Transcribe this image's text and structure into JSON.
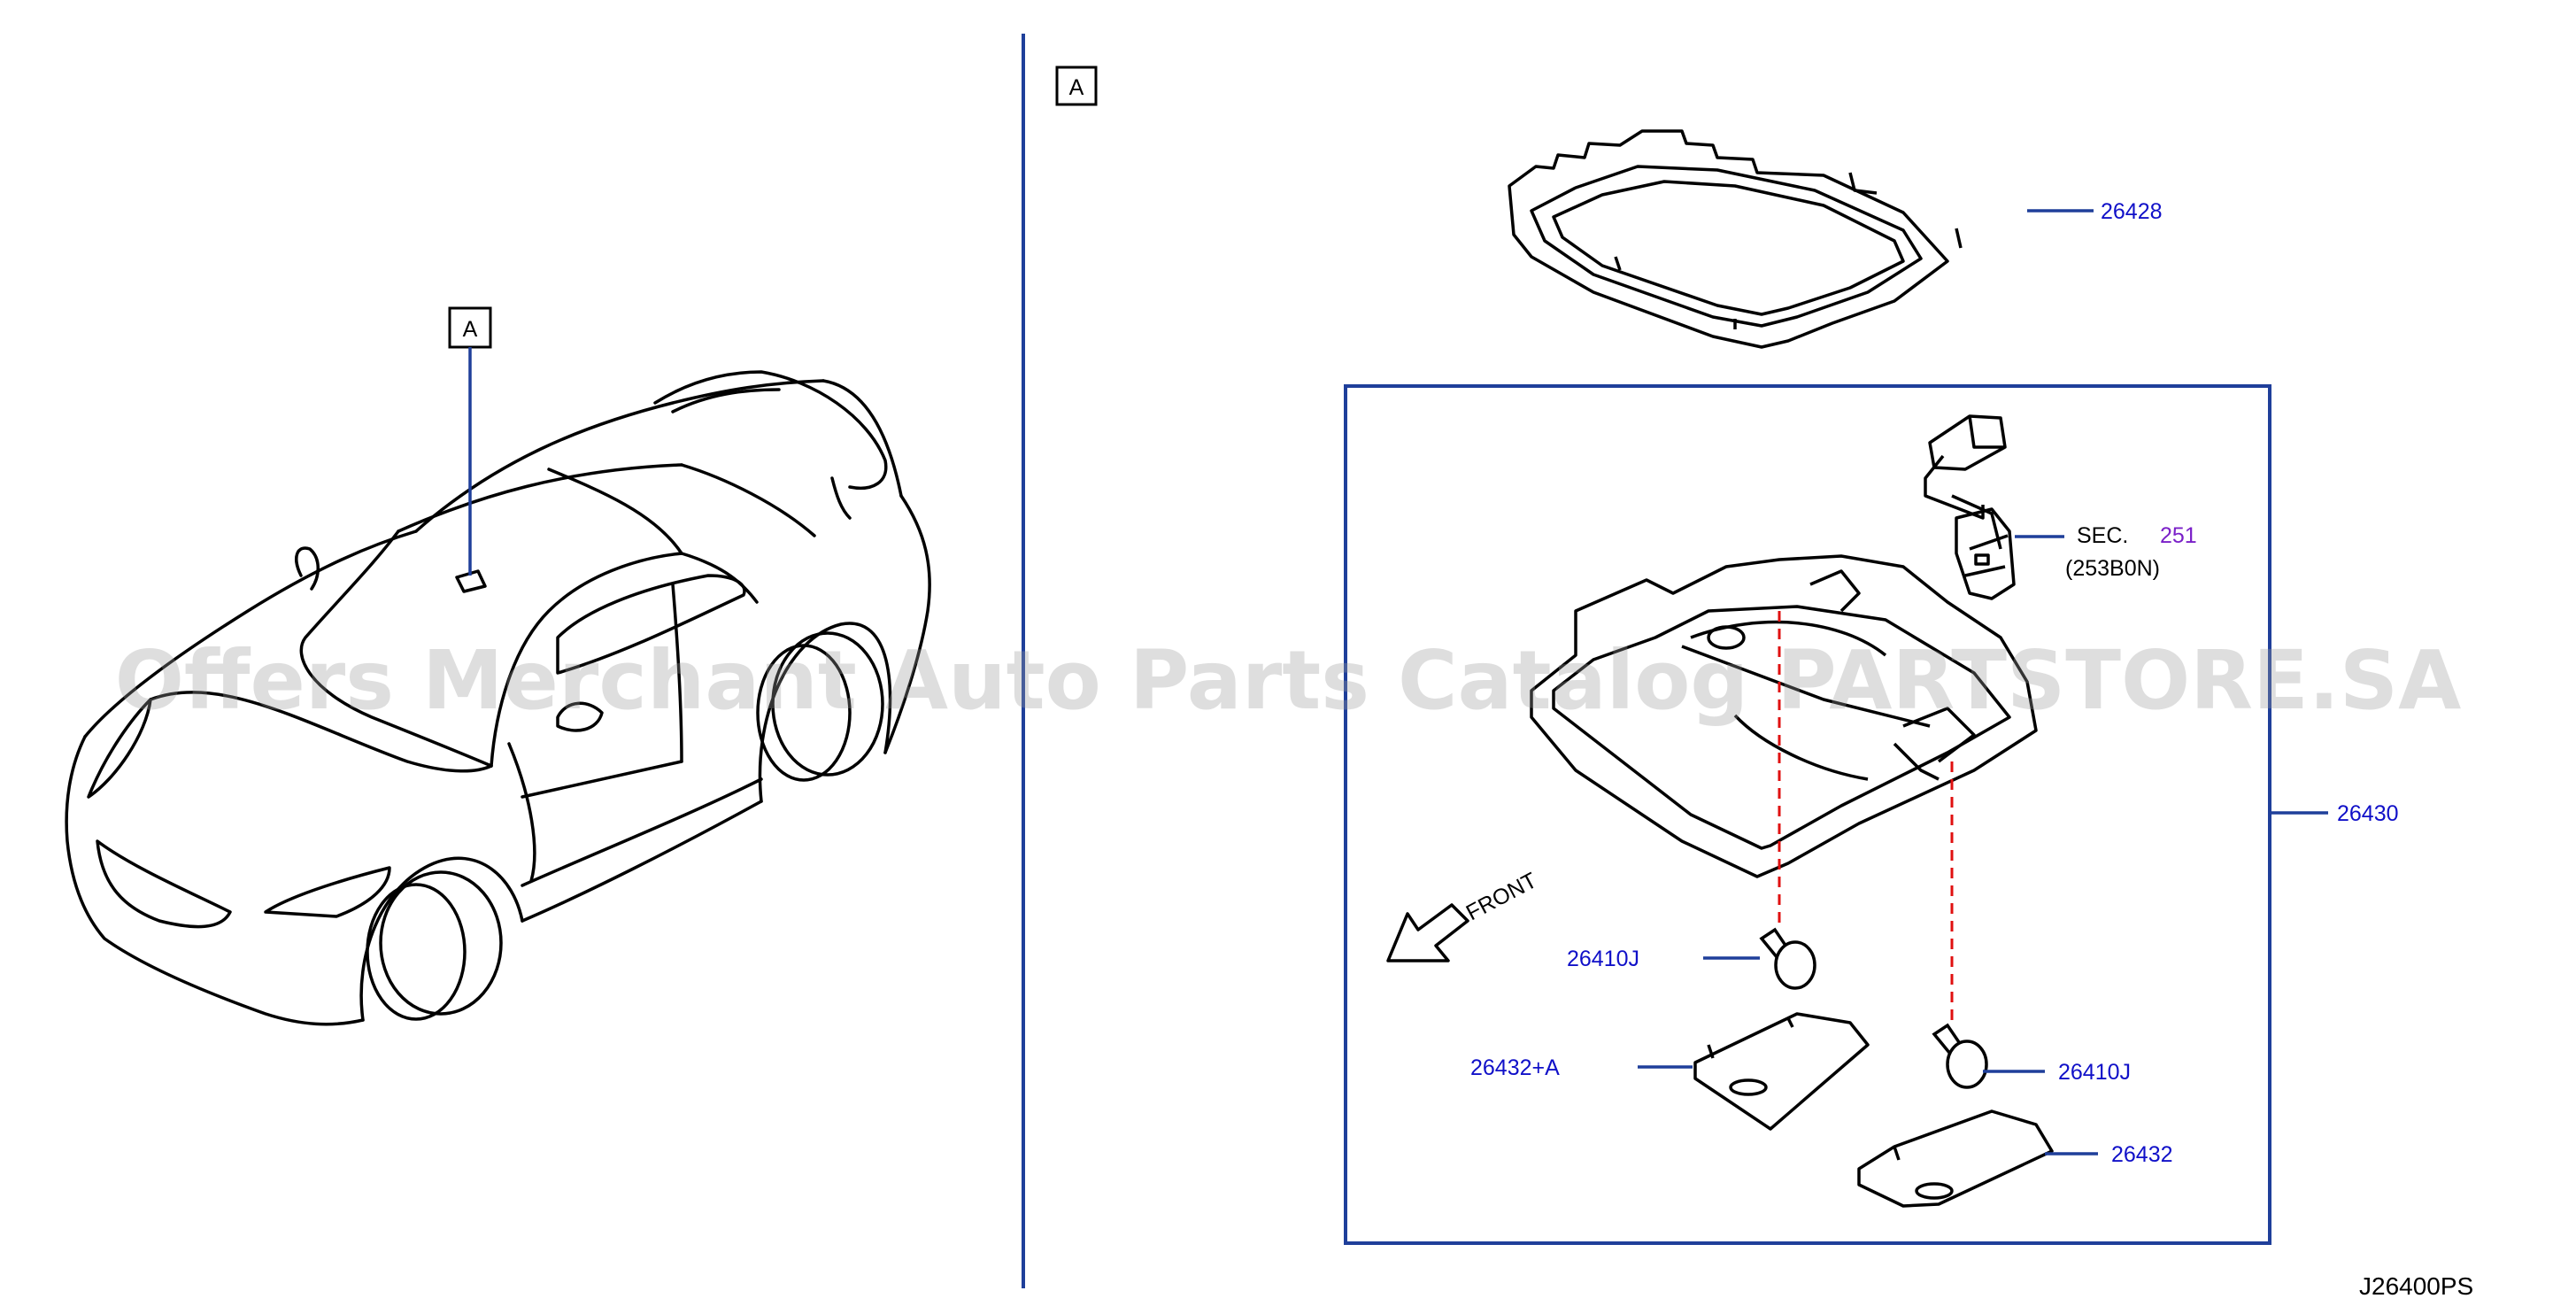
{
  "colors": {
    "line": "#000000",
    "leader": "#1f3f9a",
    "label": "#1010c8",
    "section_link": "#7a1fc8",
    "dashed": "#e01010",
    "watermark": "#9a9a9a"
  },
  "view_tags": {
    "car": "A",
    "detail": "A"
  },
  "parts": {
    "frame": "26428",
    "lamp_assembly": "26430",
    "bulb_left": "26410J",
    "bulb_right": "26410J",
    "lens_a": "26432+A",
    "lens": "26432"
  },
  "section_ref": {
    "prefix": "SEC.",
    "number": "251",
    "sub": "(253B0N)"
  },
  "front_label": "FRONT",
  "watermark": "Offers Merchant Auto Parts Catalog PARTSTORE.SA",
  "diagram_code": "J26400PS"
}
